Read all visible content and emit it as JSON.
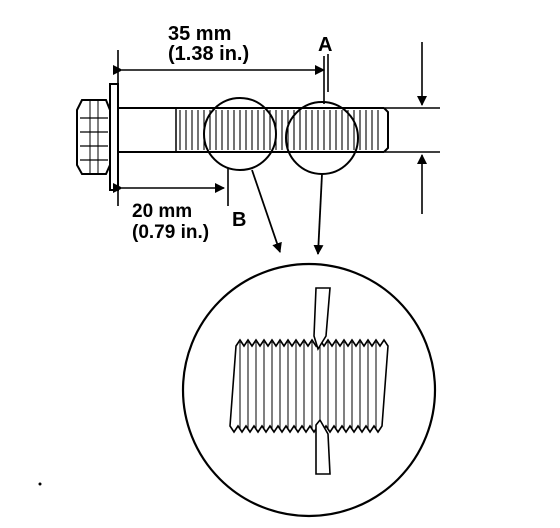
{
  "dimensions": {
    "upper": {
      "metric": "35 mm",
      "imperial": "(1.38 in.)"
    },
    "lower": {
      "metric": "20 mm",
      "imperial": "(0.79 in.)"
    }
  },
  "callouts": {
    "a": "A",
    "b": "B"
  }
}
